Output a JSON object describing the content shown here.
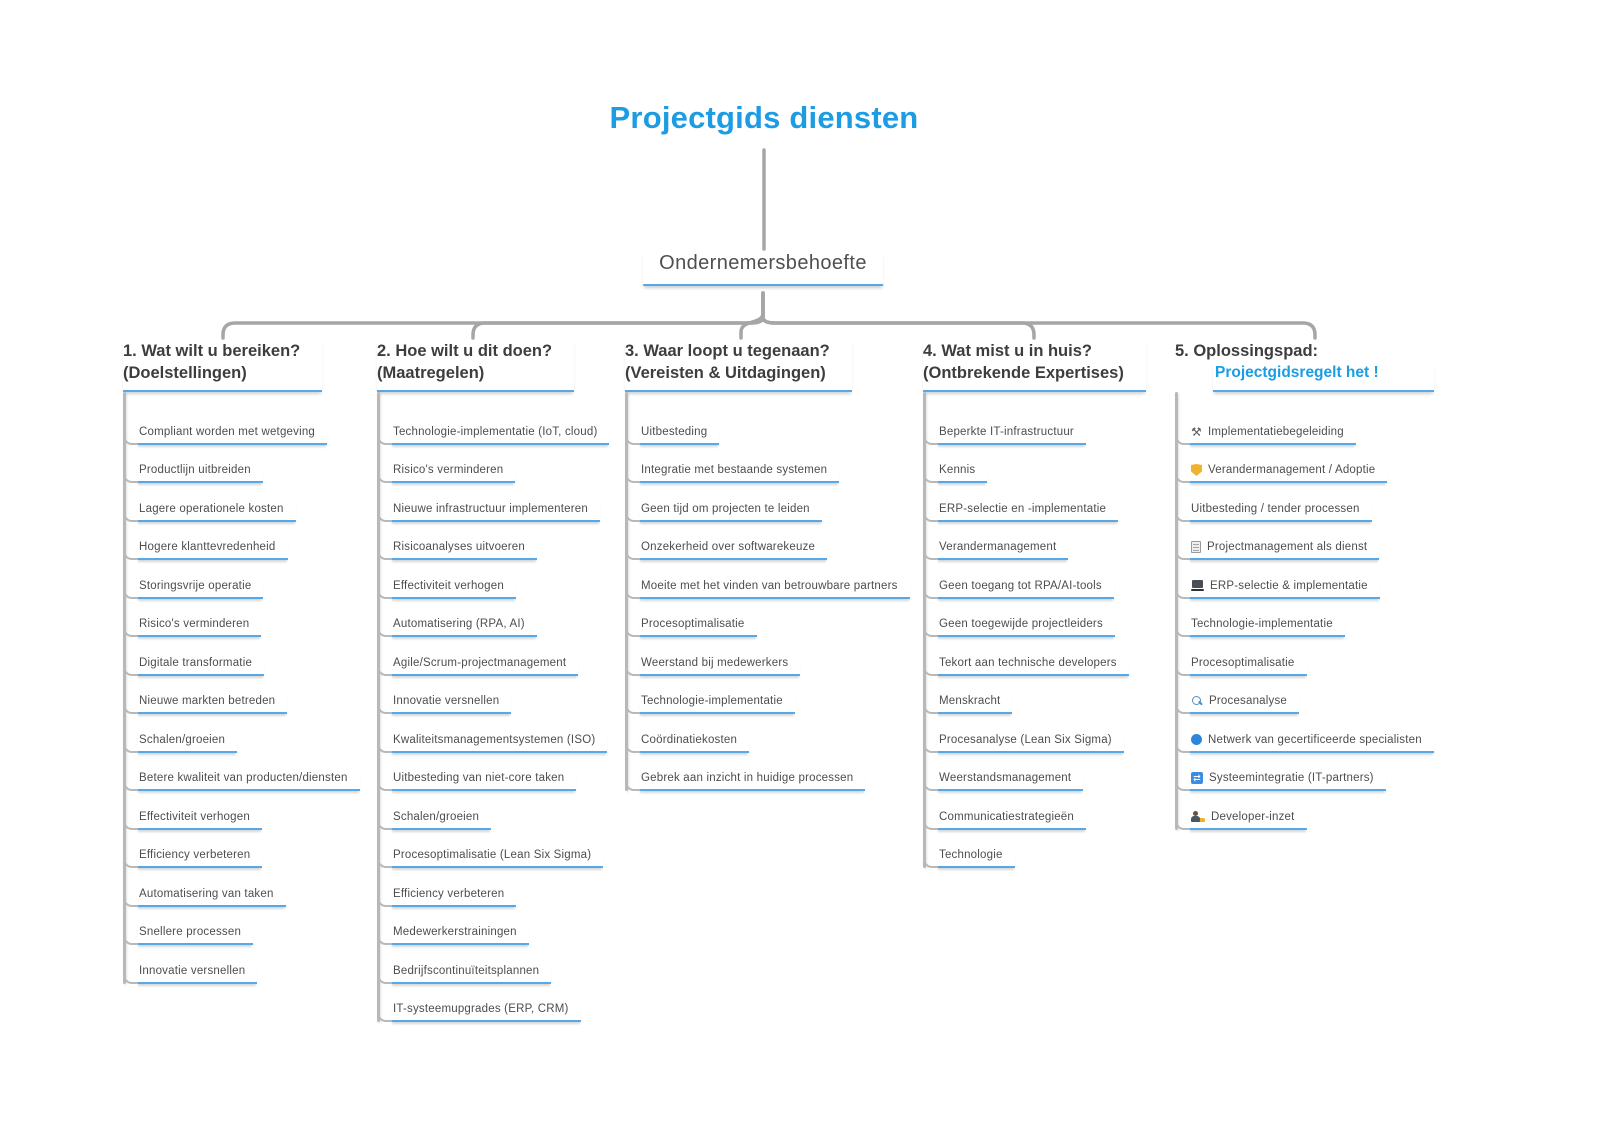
{
  "title": "Projectgids diensten",
  "root": {
    "label": "Ondernemersbehoefte"
  },
  "colors": {
    "accent_blue": "#1b9ce3",
    "underline_blue": "#56a8e8",
    "connector_gray": "#a6a6a6",
    "text_gray": "#4d4d4d",
    "shield_gold": "#f2b12e"
  },
  "columns": [
    {
      "id": "doelstellingen",
      "title_lines": [
        "1. Wat wilt u bereiken?",
        "(Doelstellingen)"
      ],
      "accent_second_line": false,
      "items": [
        {
          "label": "Compliant worden met wetgeving"
        },
        {
          "label": "Productlijn uitbreiden"
        },
        {
          "label": "Lagere operationele kosten"
        },
        {
          "label": "Hogere klanttevredenheid"
        },
        {
          "label": "Storingsvrije operatie"
        },
        {
          "label": "Risico's verminderen"
        },
        {
          "label": "Digitale transformatie"
        },
        {
          "label": "Nieuwe markten betreden"
        },
        {
          "label": "Schalen/groeien"
        },
        {
          "label": "Betere kwaliteit van producten/diensten"
        },
        {
          "label": "Effectiviteit verhogen"
        },
        {
          "label": "Efficiency verbeteren"
        },
        {
          "label": "Automatisering van taken"
        },
        {
          "label": "Snellere processen"
        },
        {
          "label": "Innovatie versnellen"
        }
      ]
    },
    {
      "id": "maatregelen",
      "title_lines": [
        "2. Hoe wilt u dit doen?",
        "(Maatregelen)"
      ],
      "accent_second_line": false,
      "items": [
        {
          "label": "Technologie-implementatie (IoT, cloud)"
        },
        {
          "label": "Risico's verminderen"
        },
        {
          "label": "Nieuwe infrastructuur implementeren"
        },
        {
          "label": "Risicoanalyses uitvoeren"
        },
        {
          "label": "Effectiviteit verhogen"
        },
        {
          "label": "Automatisering (RPA, AI)"
        },
        {
          "label": "Agile/Scrum-projectmanagement"
        },
        {
          "label": "Innovatie versnellen"
        },
        {
          "label": "Kwaliteitsmanagementsystemen (ISO)"
        },
        {
          "label": "Uitbesteding van niet-core taken"
        },
        {
          "label": "Schalen/groeien"
        },
        {
          "label": "Procesoptimalisatie (Lean Six Sigma)"
        },
        {
          "label": "Efficiency verbeteren"
        },
        {
          "label": "Medewerkerstrainingen"
        },
        {
          "label": "Bedrijfscontinuïteitsplannen"
        },
        {
          "label": "IT-systeemupgrades (ERP, CRM)"
        }
      ]
    },
    {
      "id": "vereisten-uitdagingen",
      "title_lines": [
        "3. Waar loopt u tegenaan?",
        "(Vereisten & Uitdagingen)"
      ],
      "accent_second_line": false,
      "items": [
        {
          "label": "Uitbesteding"
        },
        {
          "label": "Integratie met bestaande systemen"
        },
        {
          "label": "Geen tijd om projecten te leiden"
        },
        {
          "label": "Onzekerheid over softwarekeuze"
        },
        {
          "label": "Moeite met het vinden van betrouwbare partners"
        },
        {
          "label": "Procesoptimalisatie"
        },
        {
          "label": "Weerstand bij medewerkers"
        },
        {
          "label": "Technologie-implementatie"
        },
        {
          "label": "Coördinatiekosten"
        },
        {
          "label": "Gebrek aan inzicht in huidige processen"
        }
      ]
    },
    {
      "id": "ontbrekende-expertises",
      "title_lines": [
        "4. Wat mist u in huis?",
        "(Ontbrekende Expertises)"
      ],
      "accent_second_line": false,
      "items": [
        {
          "label": "Beperkte IT-infrastructuur"
        },
        {
          "label": "Kennis"
        },
        {
          "label": "ERP-selectie en -implementatie"
        },
        {
          "label": "Verandermanagement"
        },
        {
          "label": "Geen toegang tot RPA/AI-tools"
        },
        {
          "label": "Geen toegewijde projectleiders"
        },
        {
          "label": "Tekort aan technische developers"
        },
        {
          "label": "Menskracht"
        },
        {
          "label": "Procesanalyse (Lean Six Sigma)"
        },
        {
          "label": "Weerstandsmanagement"
        },
        {
          "label": "Communicatiestrategieën"
        },
        {
          "label": "Technologie"
        }
      ]
    },
    {
      "id": "oplossingspad",
      "title_lines": [
        "5. Oplossingspad:",
        "Projectgidsregelt het !"
      ],
      "accent_second_line": true,
      "items": [
        {
          "icon": "tools-icon",
          "label": "Implementatiebegeleiding"
        },
        {
          "icon": "shield-icon",
          "label": "Verandermanagement / Adoptie"
        },
        {
          "label": "Uitbesteding / tender processen"
        },
        {
          "icon": "clipboard-icon",
          "label": "Projectmanagement als dienst"
        },
        {
          "icon": "laptop-icon",
          "label": "ERP-selectie & implementatie"
        },
        {
          "label": "Technologie-implementatie"
        },
        {
          "label": "Procesoptimalisatie"
        },
        {
          "icon": "search-icon",
          "label": "Procesanalyse"
        },
        {
          "icon": "globe-icon",
          "label": "Netwerk van gecertificeerde specialisten"
        },
        {
          "icon": "sync-icon",
          "label": "Systeemintegratie (IT-partners)"
        },
        {
          "icon": "developer-icon",
          "label": "Developer-inzet"
        }
      ]
    }
  ]
}
